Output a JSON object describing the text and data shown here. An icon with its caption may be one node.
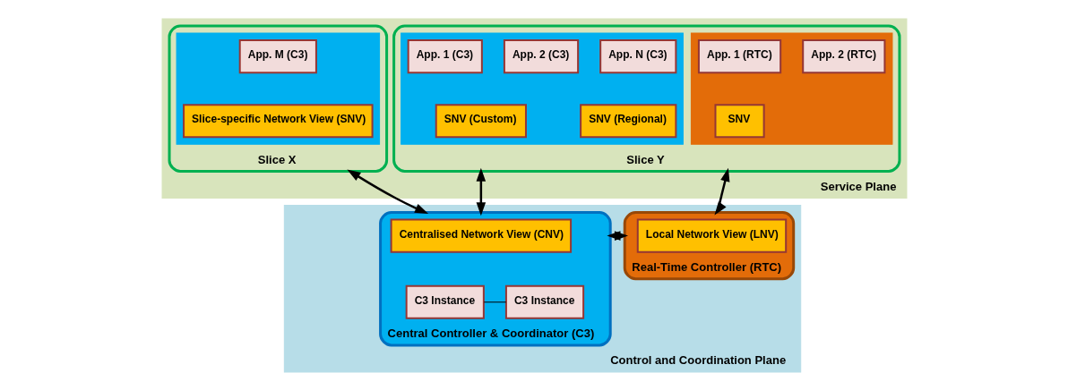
{
  "diagram": {
    "nodes": [
      {
        "text": [
          "Service Plane"
        ]
      },
      {
        "text": [
          "Slice X"
        ],
        "in": 0
      },
      {
        "text": [],
        "shape": "box",
        "in": 1
      },
      {
        "text": [
          "App. M (C3)"
        ],
        "in": 2
      },
      {
        "text": [
          "Slice-specific Network View (SNV)"
        ],
        "in": 2
      },
      {
        "text": [
          "Slice Y"
        ],
        "in": 0
      },
      {
        "text": [],
        "shape": "box",
        "in": 5
      },
      {
        "text": [
          "App. 1 (C3)"
        ],
        "in": 6
      },
      {
        "text": [
          "App. 2 (C3)"
        ],
        "in": 6
      },
      {
        "text": [
          "App. N (C3)"
        ],
        "in": 6
      },
      {
        "text": [
          "SNV (Custom)"
        ],
        "in": 6
      },
      {
        "text": [
          "SNV (Regional)"
        ],
        "in": 6
      },
      {
        "text": [],
        "shape": "box",
        "in": 5
      },
      {
        "text": [
          "App. 1 (RTC)"
        ],
        "in": 12
      },
      {
        "text": [
          "App. 2 (RTC)"
        ],
        "in": 12
      },
      {
        "text": [
          "SNV"
        ],
        "in": 12
      },
      {
        "text": [
          "Control and Coordination Plane"
        ]
      },
      {
        "text": [
          "Central Controller & Coordinator (C3)"
        ],
        "in": 16
      },
      {
        "text": [
          "Centralised Network View (CNV)"
        ],
        "in": 17
      },
      {
        "text": [
          "C3 Instance"
        ],
        "in": 17
      },
      {
        "text": [
          "C3 Instance"
        ],
        "in": 17
      },
      {
        "text": [
          "Real-Time Controller (RTC)"
        ],
        "in": 16
      },
      {
        "text": [
          "Local Network View (LNV)"
        ],
        "in": 21
      }
    ],
    "edges": [
      {
        "from": 1,
        "to": 17,
        "arrow": "both"
      },
      {
        "from": 5,
        "to": 17,
        "arrow": "both"
      },
      {
        "from": 5,
        "to": 21,
        "arrow": "both"
      },
      {
        "from": 17,
        "to": 21,
        "arrow": "both"
      },
      {
        "from": 19,
        "to": 20,
        "arrow": "none"
      }
    ]
  }
}
